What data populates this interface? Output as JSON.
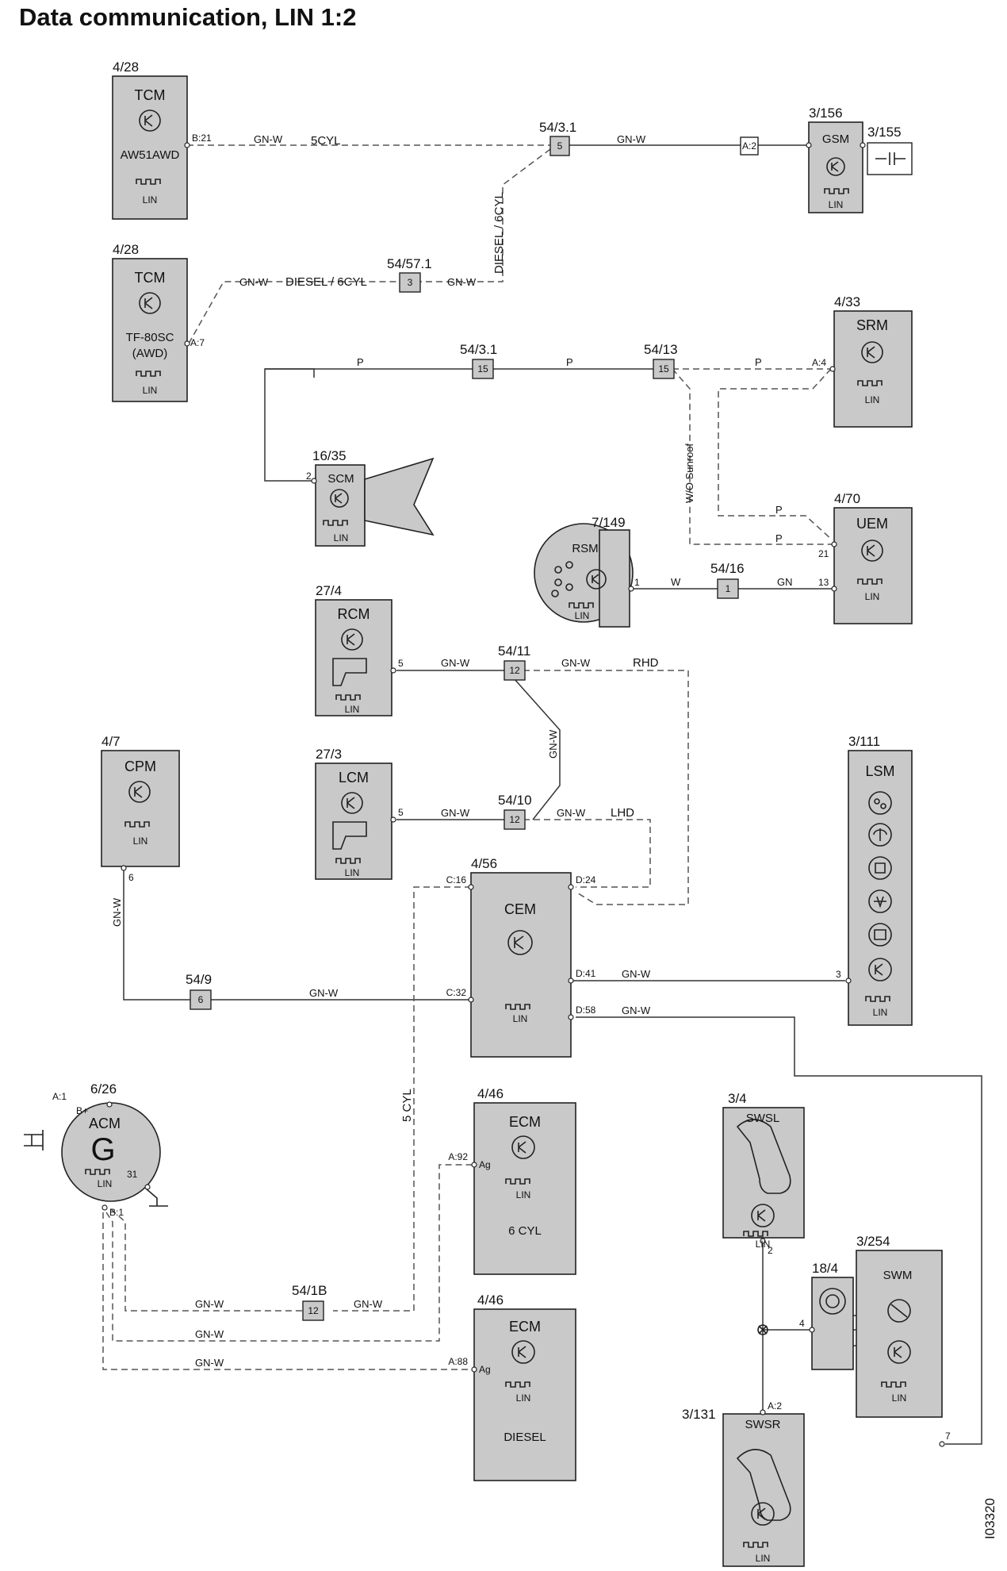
{
  "title": "Data communication, LIN 1:2",
  "figure_id": "I03320",
  "lin_label": "LIN",
  "components": {
    "tcm1": {
      "ref": "4/28",
      "name": "TCM",
      "sub": "AW51AWD"
    },
    "tcm2": {
      "ref": "4/28",
      "name": "TCM",
      "sub1": "TF-80SC",
      "sub2": "(AWD)"
    },
    "gsm": {
      "ref": "3/156",
      "name": "GSM",
      "switch_ref": "3/155"
    },
    "srm": {
      "ref": "4/33",
      "name": "SRM"
    },
    "scm": {
      "ref": "16/35",
      "name": "SCM"
    },
    "uem": {
      "ref": "4/70",
      "name": "UEM"
    },
    "rsm": {
      "ref": "7/149",
      "name": "RSM"
    },
    "rcm": {
      "ref": "27/4",
      "name": "RCM"
    },
    "lcm": {
      "ref": "27/3",
      "name": "LCM"
    },
    "cpm": {
      "ref": "4/7",
      "name": "CPM"
    },
    "cem": {
      "ref": "4/56",
      "name": "CEM"
    },
    "lsm": {
      "ref": "3/111",
      "name": "LSM"
    },
    "acm": {
      "ref": "6/26",
      "name": "ACM",
      "letter": "G",
      "bplus": "B+",
      "pin31": "31"
    },
    "ecm6": {
      "ref": "4/46",
      "name": "ECM",
      "sub": "6 CYL"
    },
    "ecmd": {
      "ref": "4/46",
      "name": "ECM",
      "sub": "DIESEL"
    },
    "swsl": {
      "ref": "3/4",
      "name": "SWSL"
    },
    "swm": {
      "ref": "3/254",
      "name": "SWM"
    },
    "clock": {
      "ref": "18/4"
    },
    "swsr": {
      "ref": "3/131",
      "name": "SWSR"
    }
  },
  "connectors": {
    "c54_3_1a": {
      "ref": "54/3.1",
      "pin": "5"
    },
    "c54_57_1": {
      "ref": "54/57.1",
      "pin": "3"
    },
    "c_a2": {
      "pin": "A:2"
    },
    "c54_3_1b": {
      "ref": "54/3.1",
      "pin": "15"
    },
    "c54_13": {
      "ref": "54/13",
      "pin": "15"
    },
    "c54_16": {
      "ref": "54/16",
      "pin": "1"
    },
    "c54_11": {
      "ref": "54/11",
      "pin": "12"
    },
    "c54_10": {
      "ref": "54/10",
      "pin": "12"
    },
    "c54_9": {
      "ref": "54/9",
      "pin": "6"
    },
    "c54_1b": {
      "ref": "54/1B",
      "pin": "12"
    }
  },
  "pins": {
    "tcm1_b21": "B:21",
    "tcm2_a7": "A:7",
    "srm_a4": "A:4",
    "scm_2": "2",
    "uem_21": "21",
    "uem_13": "13",
    "rsm_1": "1",
    "rcm_5": "5",
    "lcm_5": "5",
    "cpm_6": "6",
    "cem_c16": "C:16",
    "cem_d24": "D:24",
    "cem_d41": "D:41",
    "cem_c32": "C:32",
    "cem_d58": "D:58",
    "lsm_3": "3",
    "acm_a1": "A:1",
    "acm_b1": "B:1",
    "ecm6_a92": "A:92",
    "ecm6_ag": "Ag",
    "ecmd_a88": "A:88",
    "ecmd_ag": "Ag",
    "swsl_2": "2",
    "swsr_a2": "A:2",
    "swm_7": "7",
    "clock_4": "4"
  },
  "wire_labels": {
    "tcm1_a": "GN-W",
    "tcm1_b": "5CYL",
    "gsm": "GN-W",
    "diesel_6cyl_v": "DIESEL / 6CYL",
    "tcm2_a": "GN-W",
    "tcm2_b": "DIESEL / 6CYL",
    "tcm2_c": "GN-W",
    "p1": "P",
    "p2": "P",
    "p3": "P",
    "p4": "P",
    "p5": "P",
    "wo_sunroof": "W/O Sunroof",
    "rsm_w": "W",
    "rsm_gn": "GN",
    "rcm_a": "GN-W",
    "rcm_b": "GN-W",
    "rhd": "RHD",
    "v_gnw": "GN-W",
    "lcm_a": "GN-W",
    "lcm_b": "GN-W",
    "lhd": "LHD",
    "cpm_v": "GN-W",
    "cpm_h": "GN-W",
    "d41": "GN-W",
    "d58": "GN-W",
    "five_cyl": "5 CYL",
    "acm1": "GN-W",
    "acm1b": "GN-W",
    "acm2": "GN-W",
    "acm3": "GN-W"
  }
}
